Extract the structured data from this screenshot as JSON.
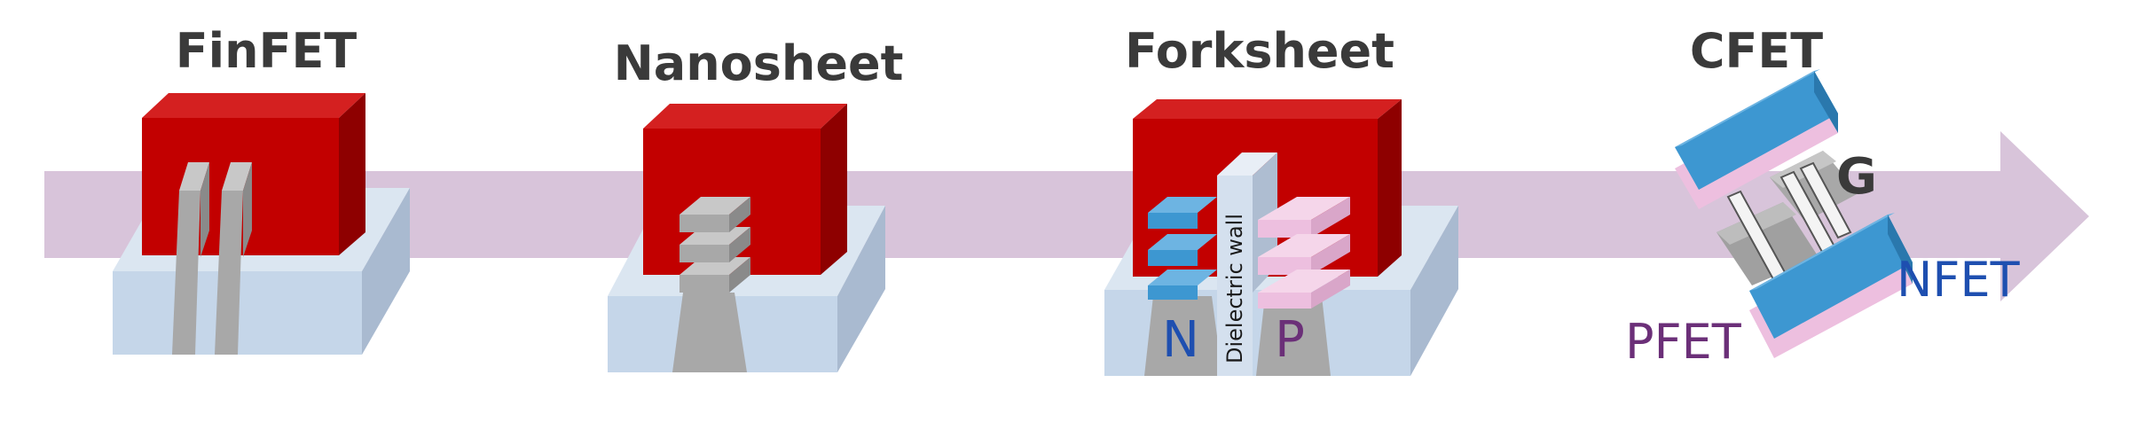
{
  "titles": {
    "finfet": "FinFET",
    "nanosheet": "Nanosheet",
    "forksheet": "Forksheet",
    "cfet": "CFET"
  },
  "forksheet_labels": {
    "n": "N",
    "p": "P",
    "wall": "Dielectric wall"
  },
  "cfet_labels": {
    "gate": "G",
    "nfet": "NFET",
    "pfet": "PFET"
  },
  "colors": {
    "arrow": "#d8c4da",
    "gate_front": "#c20000",
    "gate_side": "#8e0000",
    "gate_top": "#d42020",
    "substrate_top": "#dbe6f1",
    "substrate_front": "#c5d6e9",
    "substrate_side": "#a9bad0",
    "silicon": "#a8a8a8",
    "silicon_dark": "#8a8a8a",
    "silicon_light": "#c8c8c8",
    "nfet_blue": "#3d97d1",
    "pfet_pink": "#edbfdf",
    "n_text": "#1e4fb0",
    "p_text": "#6b2f78"
  }
}
